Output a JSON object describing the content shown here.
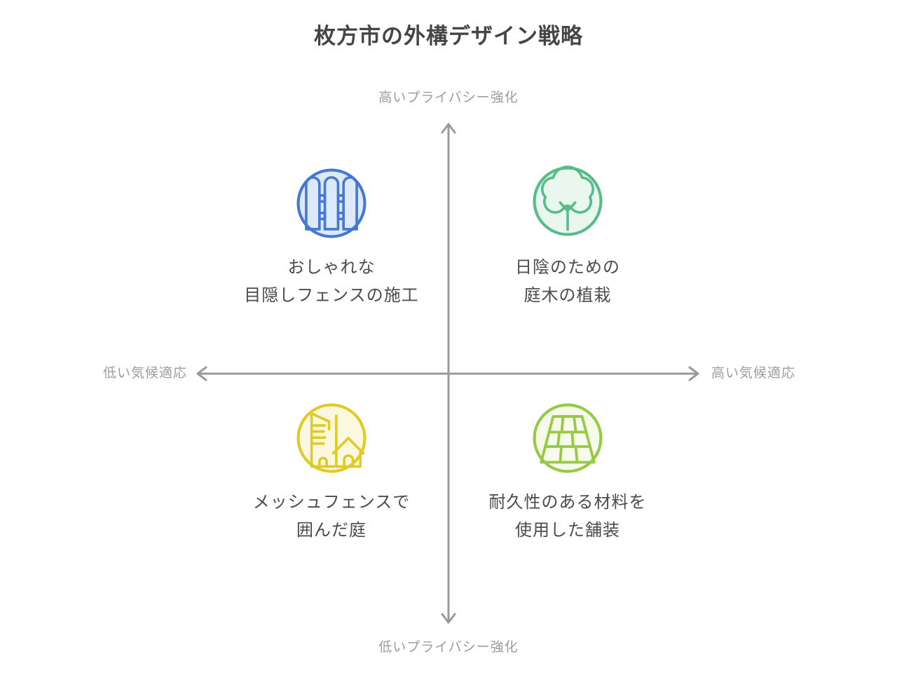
{
  "title": "枚方市の外構デザイン戦略",
  "axis_labels": {
    "top": "高いプライバシー強化",
    "bottom": "低いプライバシー強化",
    "left": "低い気候適応",
    "right": "高い気候適応"
  },
  "quadrants": {
    "top_left": {
      "icon": "fence-icon",
      "line1": "おしゃれな",
      "line2": "目隠しフェンスの施工",
      "stroke": "#4478d2",
      "fill": "#dde9f8"
    },
    "top_right": {
      "icon": "tree-icon",
      "line1": "日陰のための",
      "line2": "庭木の植栽",
      "stroke": "#56bd88",
      "fill": "#e9f7ef"
    },
    "bottom_left": {
      "icon": "building-house-icon",
      "line1": "メッシュフェンスで",
      "line2": "囲んだ庭",
      "stroke": "#e2ca25",
      "fill": "#fbf8e2"
    },
    "bottom_right": {
      "icon": "paving-icon",
      "line1": "耐久性のある材料を",
      "line2": "使用した舗装",
      "stroke": "#97c944",
      "fill": "#f5fae9"
    }
  },
  "colors": {
    "title_text": "#454545",
    "label_text": "#4b4b4b",
    "axis_line": "#9a9a9a",
    "axis_text": "#9c9c9c",
    "background": "#ffffff"
  }
}
